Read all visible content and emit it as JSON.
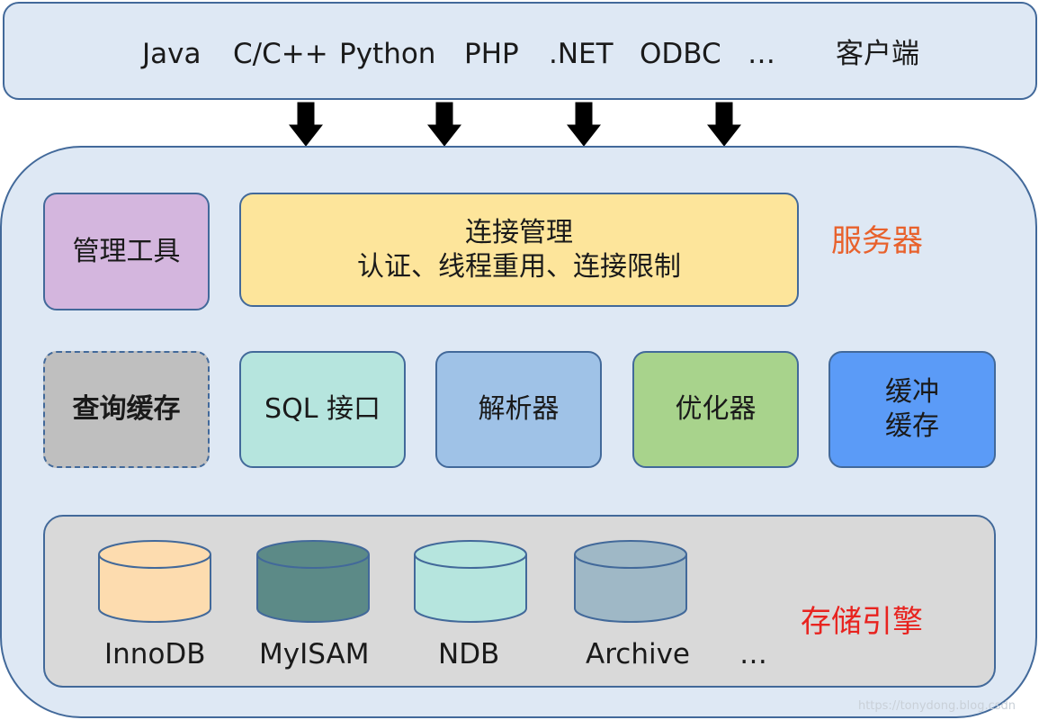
{
  "client": {
    "languages": [
      "Java",
      "C/C++",
      "Python",
      "PHP",
      ".NET",
      "ODBC",
      "…"
    ],
    "label": "客户端"
  },
  "server": {
    "label": "服务器",
    "label_color": "#e8612c",
    "admin_tools": "管理工具",
    "connection": {
      "title": "连接管理",
      "detail": "认证、线程重用、连接限制"
    },
    "modules": {
      "query_cache": "查询缓存",
      "sql_interface": "SQL 接口",
      "parser": "解析器",
      "optimizer": "优化器",
      "buffer_cache_line1": "缓冲",
      "buffer_cache_line2": "缓存"
    }
  },
  "storage": {
    "label": "存储引擎",
    "label_color": "#e8231f",
    "engines": [
      "InnoDB",
      "MyISAM",
      "NDB",
      "Archive",
      "…"
    ]
  },
  "colors": {
    "border": "#42699a",
    "panel": "#dee8f4",
    "admin": "#d4b6de",
    "connection": "#fde59b",
    "query_cache": "#bfbfbf",
    "sql_interface": "#b6e5de",
    "parser": "#9fc2e7",
    "optimizer": "#a8d38c",
    "buffer_cache": "#5b9bf7",
    "storage_bg": "#d9d9d9",
    "innodb": "#fddcaf",
    "myisam": "#5c8a87",
    "ndb": "#b6e5de",
    "archive": "#9fb8c6"
  },
  "watermark": "https://tonydong.blog.csdn"
}
